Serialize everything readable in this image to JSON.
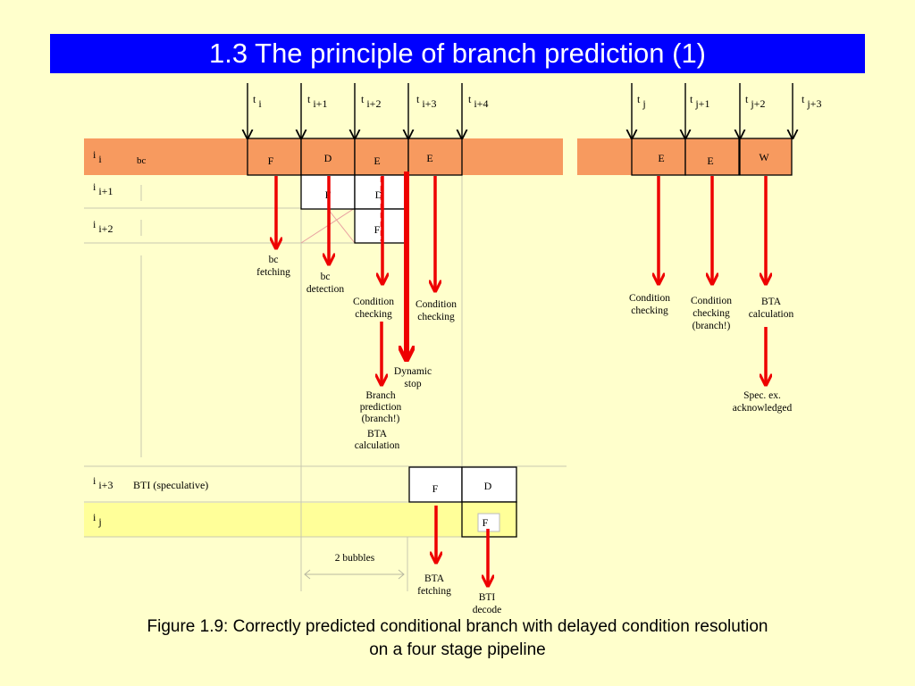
{
  "title": "1.3 The principle of branch prediction (1)",
  "caption": {
    "line1": "Figure 1.9: Correctly predicted conditional branch with delayed condition resolution",
    "line2": "on a four stage pipeline"
  },
  "colors": {
    "title_bg": "#0000ff",
    "background": "#ffffcc",
    "row_orange": "#f79a5f",
    "row_yellow": "#ffff99",
    "red_arrow": "#ee0000"
  },
  "time_marks": [
    {
      "t": "t",
      "sub": "i"
    },
    {
      "t": "t",
      "sub": "i+1"
    },
    {
      "t": "t",
      "sub": "i+2"
    },
    {
      "t": "t",
      "sub": "i+3"
    },
    {
      "t": "t",
      "sub": "i+4"
    },
    {
      "t": "t",
      "sub": "j"
    },
    {
      "t": "t",
      "sub": "j+1"
    },
    {
      "t": "t",
      "sub": "j+2"
    },
    {
      "t": "t",
      "sub": "j+3"
    }
  ],
  "rows": [
    {
      "i": "i",
      "sub": "i",
      "extra": "bc"
    },
    {
      "i": "i",
      "sub": "i+1",
      "extra": ""
    },
    {
      "i": "i",
      "sub": "i+2",
      "extra": ""
    },
    {
      "i": "i",
      "sub": "i+3",
      "extra": "BTI (speculative)"
    },
    {
      "i": "i",
      "sub": "j",
      "extra": ""
    }
  ],
  "stages": {
    "bc_row": [
      "F",
      "D",
      "E",
      "E",
      "E",
      "E",
      "W"
    ],
    "i1_row": [
      "F",
      "D"
    ],
    "i2_row": [
      "F"
    ],
    "i3_row": [
      "F",
      "D"
    ],
    "ij_row": [
      "F"
    ]
  },
  "annotations": {
    "bc_fetching": [
      "bc",
      "fetching"
    ],
    "bc_detection": [
      "bc",
      "detection"
    ],
    "cond_check_1": [
      "Condition",
      "checking"
    ],
    "cond_check_2": [
      "Condition",
      "checking"
    ],
    "dynamic_stop": [
      "Dynamic",
      "stop"
    ],
    "branch_pred": [
      "Branch",
      "prediction",
      "(branch!)"
    ],
    "bta_calc_1": [
      "BTA",
      "calculation"
    ],
    "cond_check_3": [
      "Condition",
      "checking"
    ],
    "cond_check_4": [
      "Condition",
      "checking",
      "(branch!)"
    ],
    "bta_calc_2": [
      "BTA",
      "calculation"
    ],
    "spec_ex": [
      "Spec. ex.",
      "acknowledged"
    ],
    "two_bubbles": "2 bubbles",
    "bta_fetching": [
      "BTA",
      "fetching"
    ],
    "bti_decode": [
      "BTI",
      "decode"
    ]
  }
}
